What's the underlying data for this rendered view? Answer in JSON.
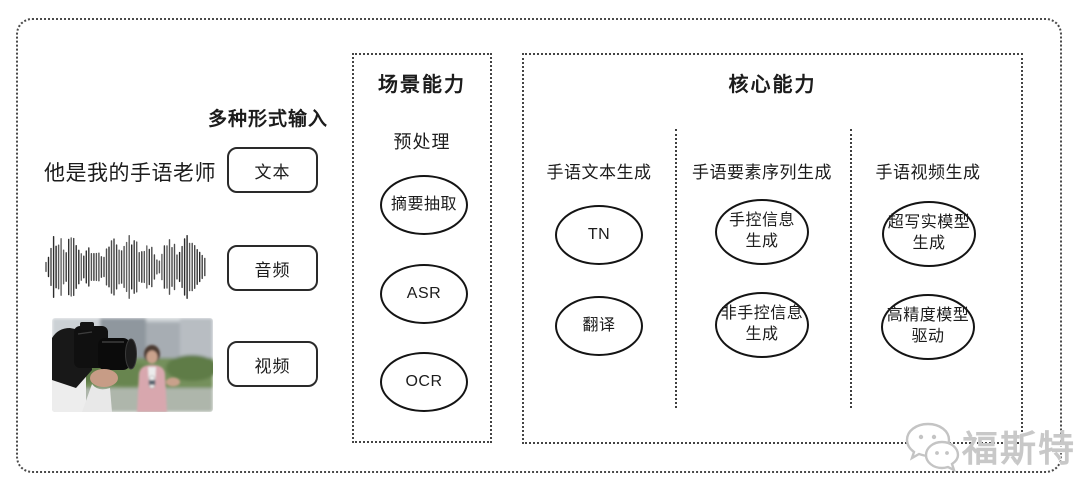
{
  "diagram": {
    "input": {
      "title": "多种形式输入",
      "sample_text": "他是我的手语老师",
      "types": [
        {
          "label": "文本"
        },
        {
          "label": "音频"
        },
        {
          "label": "视频"
        }
      ],
      "media": [
        {
          "icon": "audio-waveform"
        },
        {
          "icon": "video-reporter-thumbnail"
        }
      ]
    },
    "scene": {
      "title": "场景能力",
      "stage_label": "预处理",
      "nodes": [
        {
          "label": "摘要抽取"
        },
        {
          "label": "ASR"
        },
        {
          "label": "OCR"
        }
      ]
    },
    "core": {
      "title": "核心能力",
      "columns": [
        {
          "header": "手语文本生成",
          "nodes": [
            {
              "label": "TN"
            },
            {
              "label": "翻译"
            }
          ]
        },
        {
          "header": "手语要素序列生成",
          "nodes": [
            {
              "label": "手控信息\n生成"
            },
            {
              "label": "非手控信息\n生成"
            }
          ]
        },
        {
          "header": "手语视频生成",
          "nodes": [
            {
              "label": "超写实模型\n生成"
            },
            {
              "label": "高精度模型\n驱动"
            }
          ]
        }
      ]
    },
    "watermark": {
      "text": "福斯特",
      "icon": "wechat-logo",
      "color": "#c8c8c8"
    }
  }
}
